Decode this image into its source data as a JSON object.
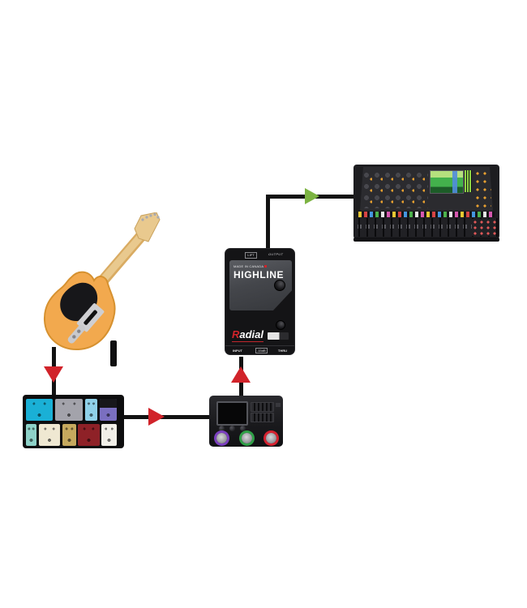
{
  "diagram": {
    "kind": "guitar-signal-chain",
    "line_color": "#121212",
    "devices": {
      "guitar": {
        "type": "telecaster-style-electric-guitar",
        "body_color": "#f2a94e",
        "pickguard_color": "#17171a"
      },
      "pedalboard": {
        "type": "guitar-pedalboard",
        "pedal_colors": [
          "#1ab0d6",
          "#a3a3ab",
          "#8fd0e8",
          "#7a6fc0",
          "#8ed2c8",
          "#efe8d2",
          "#c6a95e",
          "#8e2127",
          "#f1efe8"
        ]
      },
      "multi_effects": {
        "type": "multi-effects-floor-unit",
        "footswitch_led_colors": [
          "#7b3fbf",
          "#2fa047",
          "#d62230"
        ]
      },
      "di_box": {
        "brand": "Radial",
        "model": "HIGHLINE",
        "made_in": "MADE IN CANADA",
        "labels": {
          "top_switch": "LIFT",
          "output": "OUTPUT",
          "input": "INPUT",
          "pad": "-15dB",
          "thru": "THRU"
        }
      },
      "mixing_console": {
        "type": "digital-mixing-console"
      }
    },
    "arrows": [
      {
        "id": "guitar-to-pedalboard",
        "direction": "down",
        "color": "#d1232a"
      },
      {
        "id": "pedalboard-to-effects",
        "direction": "right",
        "color": "#d1232a"
      },
      {
        "id": "effects-to-di",
        "direction": "up",
        "color": "#d1232a"
      },
      {
        "id": "di-to-console",
        "direction": "right",
        "color": "#7cb342"
      }
    ]
  }
}
